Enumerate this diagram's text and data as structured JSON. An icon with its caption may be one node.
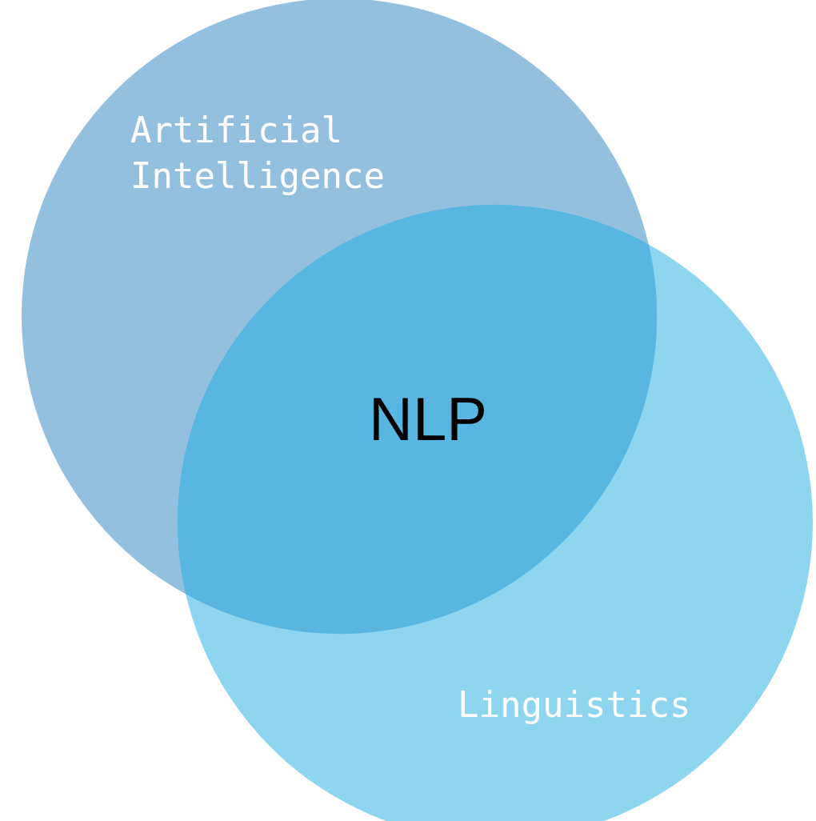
{
  "diagram": {
    "nodes": [
      {
        "text": [
          "Artificial Intelligence"
        ]
      },
      {
        "text": [
          "Linguistics"
        ]
      }
    ],
    "labels": [
      "NLP"
    ]
  }
}
